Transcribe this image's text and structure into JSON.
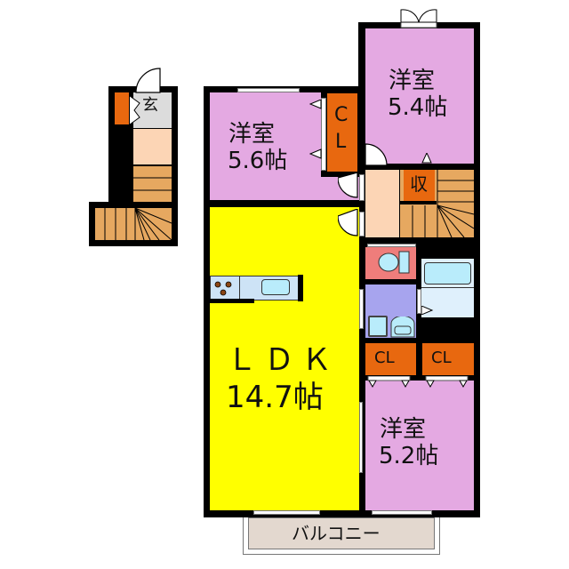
{
  "floorplan": {
    "units": "帖",
    "rooms": [
      {
        "id": "western-room-1",
        "label": "洋室",
        "size": "5.6帖"
      },
      {
        "id": "western-room-2",
        "label": "洋室",
        "size": "5.4帖"
      },
      {
        "id": "ldk",
        "label": "ＬＤＫ",
        "size": "14.7帖"
      },
      {
        "id": "western-room-3",
        "label": "洋室",
        "size": "5.2帖"
      }
    ],
    "closets": {
      "cl_vertical": "C\nL",
      "cl_top": "C",
      "cl_bottom": "L",
      "cl_left": "CL",
      "cl_right": "CL"
    },
    "storage": "収",
    "entrance": "玄",
    "balcony": "バルコニー"
  },
  "colors": {
    "western_room": "#e4a9e2",
    "ldk": "#ffff00",
    "hallway": "#fcd5b5",
    "closet": "#e8680f",
    "stairs": "#e6a860",
    "toilet": "#ef7d7b",
    "washroom": "#a7a4ee",
    "bath": "#dff0fc",
    "balcony": "#e3d8cf"
  }
}
